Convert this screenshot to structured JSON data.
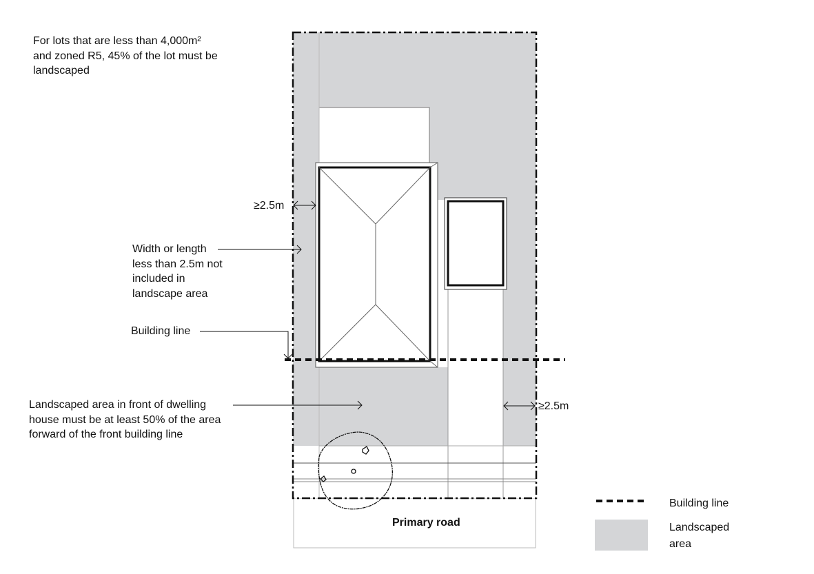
{
  "intro_note": "For lots that are less than 4,000m²\nand zoned R5, 45% of the lot must be\nlandscaped",
  "labels": {
    "setback_left": "≥2.5m",
    "setback_right": "≥2.5m",
    "narrow_strip": "Width or length\nless than 2.5m not\nincluded in\nlandscape area",
    "building_line": "Building line",
    "front_landscaped": "Landscaped area in front of dwelling\nhouse must be at least 50% of the area\nforward of the front building line",
    "primary_road": "Primary road"
  },
  "legend": [
    {
      "label": "Building line",
      "style": "dashed"
    },
    {
      "label": "Landscaped\narea",
      "color": "#d4d5d7"
    }
  ],
  "colors": {
    "landscaped": "#d4d5d7",
    "line": "#111111"
  }
}
